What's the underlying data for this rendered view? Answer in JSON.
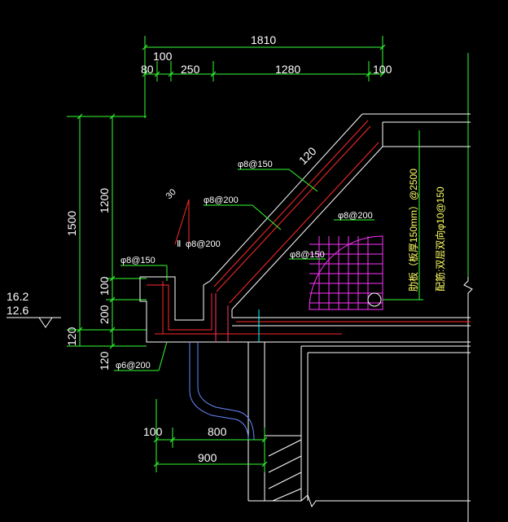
{
  "dimensions": {
    "top_total": "1810",
    "top_small": "100",
    "top_80": "80",
    "top_250": "250",
    "top_1280": "1280",
    "top_100r": "100",
    "left_1500": "1500",
    "left_1200": "1200",
    "left_100": "100",
    "left_200": "200",
    "left_120a": "120",
    "left_120b": "120",
    "bottom_100": "100",
    "bottom_800": "800",
    "bottom_900": "900",
    "slope_120": "120",
    "angle_30": "30"
  },
  "elevations": {
    "top": "16.2",
    "bottom": "12.6"
  },
  "rebar_labels": {
    "r1": "φ8@150",
    "r2": "φ8@200",
    "r3": "φ8@200",
    "r4": "φ8@150",
    "r5": "φ8@150",
    "r6": "φ6@200",
    "r7": "φ8@200"
  },
  "gutter_label": "Ⅱ",
  "notes": {
    "note1": "肋板（板厚150mm）@2500",
    "note2": "配筋:双层双向φ10@150"
  },
  "colors": {
    "background": "#000000",
    "dimension": "#33ff33",
    "outline": "#ffffff",
    "rebar": "#ff2a2a",
    "hatch": "#ff33ff",
    "pipe": "#6688ff"
  }
}
